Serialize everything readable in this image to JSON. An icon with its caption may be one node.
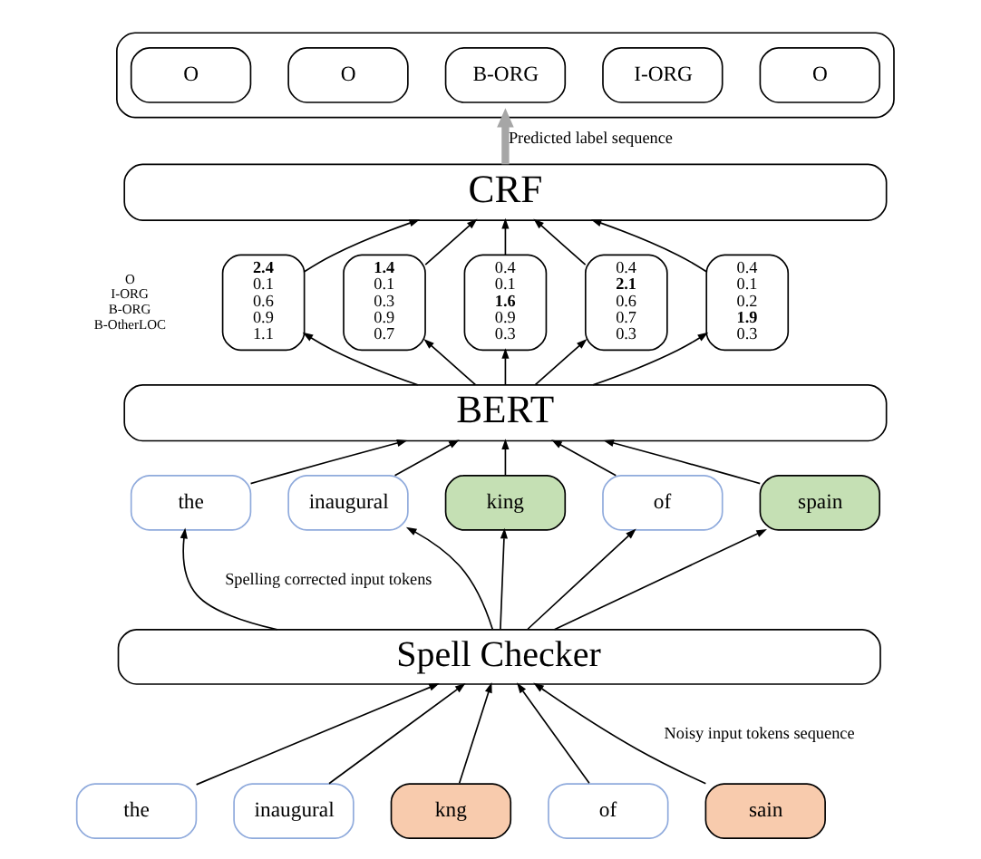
{
  "diagram": {
    "nodes": [
      {
        "text": [],
        "shape": "box"
      },
      {
        "text": [
          "O"
        ],
        "in": 0
      },
      {
        "text": [
          "O"
        ],
        "in": 0
      },
      {
        "text": [
          "B-ORG"
        ],
        "in": 0
      },
      {
        "text": [
          "I-ORG"
        ],
        "in": 0
      },
      {
        "text": [
          "O"
        ],
        "in": 0
      },
      {
        "text": [
          "CRF"
        ]
      },
      {
        "text": [
          "**2.4**",
          "0.1",
          "0.6",
          "0.9",
          "1.1"
        ]
      },
      {
        "text": [
          "**1.4**",
          "0.1",
          "0.3",
          "0.9",
          "0.7"
        ]
      },
      {
        "text": [
          "0.4",
          "0.1",
          "**1.6**",
          "0.9",
          "0.3"
        ]
      },
      {
        "text": [
          "0.4",
          "**2.1**",
          "0.6",
          "0.7",
          "0.3"
        ]
      },
      {
        "text": [
          "0.4",
          "0.1",
          "0.2",
          "**1.9**",
          "0.3"
        ]
      },
      {
        "text": [
          "BERT"
        ]
      },
      {
        "text": [
          "the"
        ]
      },
      {
        "text": [
          "inaugural"
        ]
      },
      {
        "text": [
          "king"
        ]
      },
      {
        "text": [
          "of"
        ]
      },
      {
        "text": [
          "spain"
        ]
      },
      {
        "text": [
          "Spell Checker"
        ]
      },
      {
        "text": [
          "the"
        ]
      },
      {
        "text": [
          "inaugural"
        ]
      },
      {
        "text": [
          "kng"
        ]
      },
      {
        "text": [
          "of"
        ]
      },
      {
        "text": [
          "sain"
        ]
      }
    ],
    "edges": [
      {
        "from": 19,
        "to": 18,
        "arrow": "to"
      },
      {
        "from": 20,
        "to": 18,
        "arrow": "to"
      },
      {
        "from": 21,
        "to": 18,
        "arrow": "to"
      },
      {
        "from": 22,
        "to": 18,
        "arrow": "to"
      },
      {
        "from": 23,
        "to": 18,
        "arrow": "to"
      },
      {
        "from": 18,
        "to": 13,
        "arrow": "to"
      },
      {
        "from": 18,
        "to": 14,
        "arrow": "to"
      },
      {
        "from": 18,
        "to": 15,
        "arrow": "to"
      },
      {
        "from": 18,
        "to": 16,
        "arrow": "to"
      },
      {
        "from": 18,
        "to": 17,
        "arrow": "to"
      },
      {
        "from": 13,
        "to": 12,
        "arrow": "to"
      },
      {
        "from": 14,
        "to": 12,
        "arrow": "to"
      },
      {
        "from": 15,
        "to": 12,
        "arrow": "to"
      },
      {
        "from": 16,
        "to": 12,
        "arrow": "to"
      },
      {
        "from": 17,
        "to": 12,
        "arrow": "to"
      },
      {
        "from": 12,
        "to": 7,
        "arrow": "to"
      },
      {
        "from": 12,
        "to": 8,
        "arrow": "to"
      },
      {
        "from": 12,
        "to": 9,
        "arrow": "to"
      },
      {
        "from": 12,
        "to": 10,
        "arrow": "to"
      },
      {
        "from": 12,
        "to": 11,
        "arrow": "to"
      },
      {
        "from": 7,
        "to": 6,
        "arrow": "to"
      },
      {
        "from": 8,
        "to": 6,
        "arrow": "to"
      },
      {
        "from": 9,
        "to": 6,
        "arrow": "to"
      },
      {
        "from": 10,
        "to": 6,
        "arrow": "to"
      },
      {
        "from": 11,
        "to": 6,
        "arrow": "to"
      },
      {
        "from": 6,
        "to": 0,
        "arrow": "to",
        "label": "Predicted label sequence",
        "style": "thick",
        "color": "#a6a6a6"
      }
    ],
    "labels": [
      "O",
      "I-ORG",
      "B-ORG",
      "B-OtherLOC",
      "Spelling corrected input tokens",
      "Noisy input tokens sequence"
    ]
  }
}
